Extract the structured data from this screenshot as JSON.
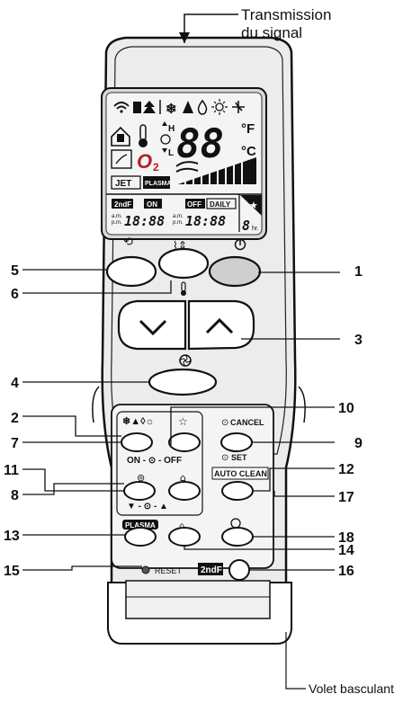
{
  "top_caption": [
    "Transmission",
    "du signal"
  ],
  "bottom_caption": "Volet basculant",
  "callouts": [
    "1",
    "2",
    "3",
    "4",
    "5",
    "6",
    "7",
    "8",
    "9",
    "10",
    "11",
    "12",
    "13",
    "14",
    "15",
    "16",
    "17",
    "18"
  ],
  "display": {
    "temp_digits": "88",
    "unit_f": "°F",
    "unit_c": "°C",
    "fan_h": "H",
    "fan_l": "L",
    "o2": "O",
    "o2_sub": "2",
    "jet": "JET",
    "plasma": "PLASMA",
    "tag_2ndf": "2ndF",
    "tag_on": "ON",
    "tag_off": "OFF",
    "tag_daily": "DAILY",
    "am": "a.m.",
    "pm": "p.m.",
    "time_on": "18:88",
    "time_off": "18:88",
    "sleep_digit": "8",
    "sleep_unit": "hr."
  },
  "panel": {
    "on_off": "ON - ⊙ - OFF",
    "cancel": "CANCEL",
    "set": "SET",
    "auto_clean": "AUTO CLEAN",
    "down_up": "▼ - ⊙ - ▲",
    "plasma": "PLASMA",
    "reset": "RESET",
    "second_f": "2ndF"
  }
}
